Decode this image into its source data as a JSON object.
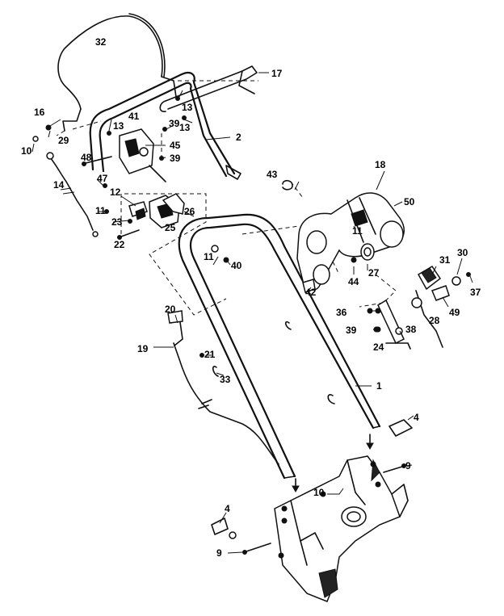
{
  "diagram": {
    "labels": [
      {
        "id": "p32",
        "text": "32"
      },
      {
        "id": "p17",
        "text": "17"
      },
      {
        "id": "p16",
        "text": "16"
      },
      {
        "id": "p13a",
        "text": "13"
      },
      {
        "id": "p13b",
        "text": "13"
      },
      {
        "id": "p13c",
        "text": "13"
      },
      {
        "id": "p41",
        "text": "41"
      },
      {
        "id": "p39a",
        "text": "39"
      },
      {
        "id": "p2",
        "text": "2"
      },
      {
        "id": "p10a",
        "text": "10"
      },
      {
        "id": "p29",
        "text": "29"
      },
      {
        "id": "p45",
        "text": "45"
      },
      {
        "id": "p48",
        "text": "48"
      },
      {
        "id": "p39b",
        "text": "39"
      },
      {
        "id": "p14",
        "text": "14"
      },
      {
        "id": "p47",
        "text": "47"
      },
      {
        "id": "p12",
        "text": "12"
      },
      {
        "id": "p11a",
        "text": "11"
      },
      {
        "id": "p26",
        "text": "26"
      },
      {
        "id": "p23",
        "text": "23"
      },
      {
        "id": "p25",
        "text": "25"
      },
      {
        "id": "p22",
        "text": "22"
      },
      {
        "id": "p43",
        "text": "43"
      },
      {
        "id": "p18",
        "text": "18"
      },
      {
        "id": "p50",
        "text": "50"
      },
      {
        "id": "p11b",
        "text": "11"
      },
      {
        "id": "p11c",
        "text": "11"
      },
      {
        "id": "p40",
        "text": "40"
      },
      {
        "id": "p42",
        "text": "42"
      },
      {
        "id": "p44",
        "text": "44"
      },
      {
        "id": "p27",
        "text": "27"
      },
      {
        "id": "p31",
        "text": "31"
      },
      {
        "id": "p30",
        "text": "30"
      },
      {
        "id": "p37",
        "text": "37"
      },
      {
        "id": "p20",
        "text": "20"
      },
      {
        "id": "p36",
        "text": "36"
      },
      {
        "id": "p49",
        "text": "49"
      },
      {
        "id": "p28",
        "text": "28"
      },
      {
        "id": "p38",
        "text": "38"
      },
      {
        "id": "p39c",
        "text": "39"
      },
      {
        "id": "p19",
        "text": "19"
      },
      {
        "id": "p21",
        "text": "21"
      },
      {
        "id": "p24",
        "text": "24"
      },
      {
        "id": "p33",
        "text": "33"
      },
      {
        "id": "p1",
        "text": "1"
      },
      {
        "id": "p4a",
        "text": "4"
      },
      {
        "id": "p9a",
        "text": "9"
      },
      {
        "id": "p10b",
        "text": "10"
      },
      {
        "id": "p4b",
        "text": "4"
      },
      {
        "id": "p9b",
        "text": "9"
      }
    ]
  }
}
